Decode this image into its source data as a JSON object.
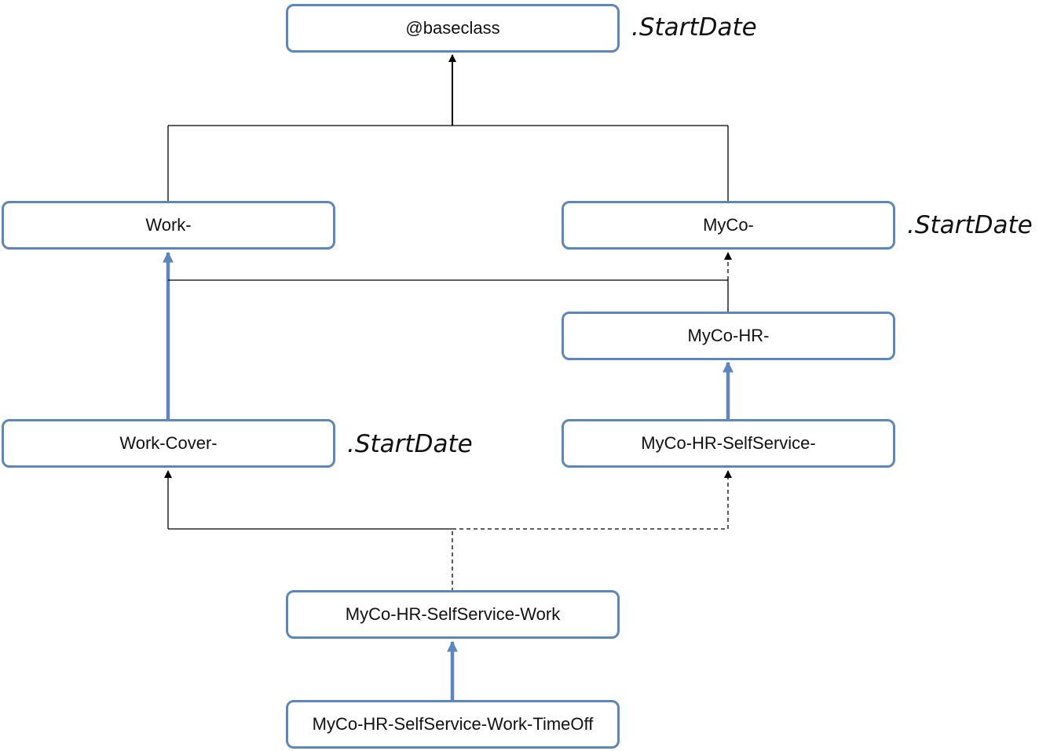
{
  "nodes": {
    "baseclass": "@baseclass",
    "work": "Work-",
    "myco": "MyCo-",
    "myco_hr": "MyCo-HR-",
    "work_cover": "Work-Cover-",
    "myco_hr_selfservice": "MyCo-HR-SelfService-",
    "myco_hr_selfservice_work": "MyCo-HR-SelfService-Work",
    "myco_hr_selfservice_work_timeoff": "MyCo-HR-SelfService-Work-TimeOff"
  },
  "annotations": {
    "baseclass_property": ".StartDate",
    "myco_property": ".StartDate",
    "work_cover_property": ".StartDate"
  },
  "colors": {
    "node_border": "#5b86c0",
    "inheritance_line": "#000000",
    "directed_link": "#5b86c0"
  }
}
